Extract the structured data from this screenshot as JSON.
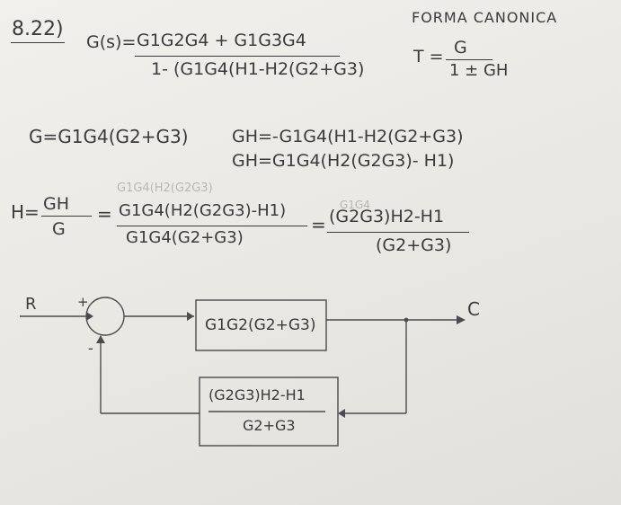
{
  "problem_number": "8.22)",
  "heading": "FORMA CANONICA",
  "transfer_function": {
    "lhs": "G(s)=",
    "numerator": "G1G2G4 + G1G3G4",
    "denominator": "1- (G1G4(H1-H2(G2+G3)"
  },
  "canonical_form": {
    "lhs": "T =",
    "numerator": "G",
    "denominator": "1 ± GH"
  },
  "g_equation": "G=G1G4(G2+G3)",
  "gh_equations": [
    "GH=-G1G4(H1-H2(G2+G3)",
    "GH=G1G4(H2(G2G3)- H1)"
  ],
  "h_derivation": {
    "lhs": "H=",
    "lhs_numerator": "GH",
    "lhs_denominator": "G",
    "step1_numerator": "G1G4(H2(G2G3)-H1)",
    "step1_denominator": "G1G4(G2+G3)",
    "result_numerator": "(G2G3)H2-H1",
    "result_denominator": "(G2+G3)",
    "ghost_above": "G1G4(H2(G2G3)",
    "ghost_right": "G1G4"
  },
  "block_diagram": {
    "input_label": "R",
    "output_label": "C",
    "plus_sign": "+",
    "minus_sign": "-",
    "forward_block": "G1G2(G2+G3)",
    "feedback_numerator": "(G2G3)H2-H1",
    "feedback_denominator": "G2+G3"
  }
}
